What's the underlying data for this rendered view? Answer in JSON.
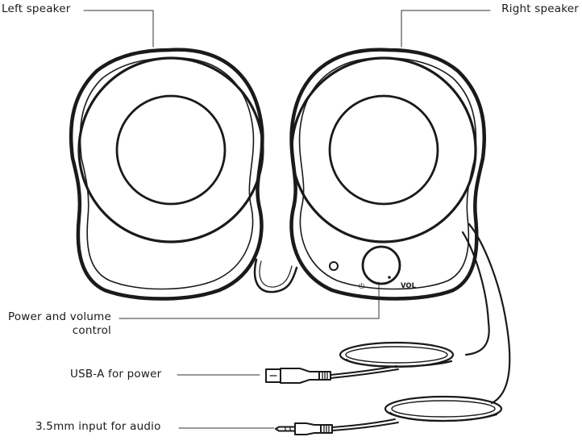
{
  "callouts": {
    "left_speaker": "Left speaker",
    "right_speaker": "Right speaker",
    "power_volume": "Power and volume control",
    "usb": "USB-A for power",
    "audio_input": "3.5mm input for audio"
  },
  "knob": {
    "vol_label": "VOL",
    "power_symbol": "⏻"
  },
  "icons": [
    "power-icon",
    "led-indicator",
    "volume-knob"
  ]
}
